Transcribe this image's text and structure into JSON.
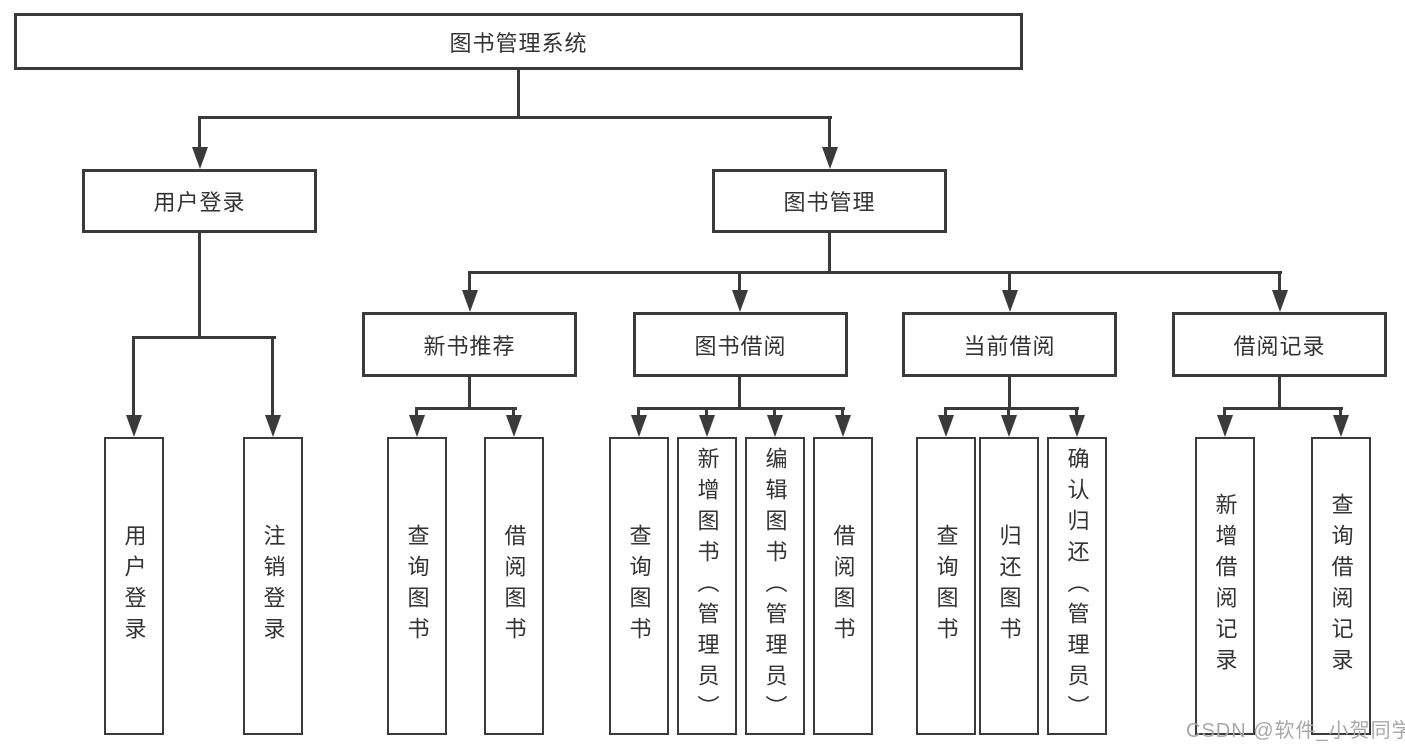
{
  "diagram": {
    "type": "tree",
    "title": "图书管理系统",
    "tree": {
      "label": "图书管理系统",
      "children": [
        {
          "label": "用户登录",
          "children": [
            {
              "label": "用户登录"
            },
            {
              "label": "注销登录"
            }
          ]
        },
        {
          "label": "图书管理",
          "children": [
            {
              "label": "新书推荐",
              "children": [
                {
                  "label": "查询图书"
                },
                {
                  "label": "借阅图书"
                }
              ]
            },
            {
              "label": "图书借阅",
              "children": [
                {
                  "label": "查询图书"
                },
                {
                  "label": "新增图书（管理员）"
                },
                {
                  "label": "编辑图书（管理员）"
                },
                {
                  "label": "借阅图书"
                }
              ]
            },
            {
              "label": "当前借阅",
              "children": [
                {
                  "label": "查询图书"
                },
                {
                  "label": "归还图书"
                },
                {
                  "label": "确认归还（管理员）"
                }
              ]
            },
            {
              "label": "借阅记录",
              "children": [
                {
                  "label": "新增借阅记录"
                },
                {
                  "label": "查询借阅记录"
                }
              ]
            }
          ]
        }
      ]
    },
    "colors": {
      "line": "#3a3a3a",
      "text": "#333333",
      "background": "#ffffff",
      "watermark": "#a8a8a8"
    }
  },
  "watermark": {
    "text": "CSDN @软件_小贺同学"
  }
}
